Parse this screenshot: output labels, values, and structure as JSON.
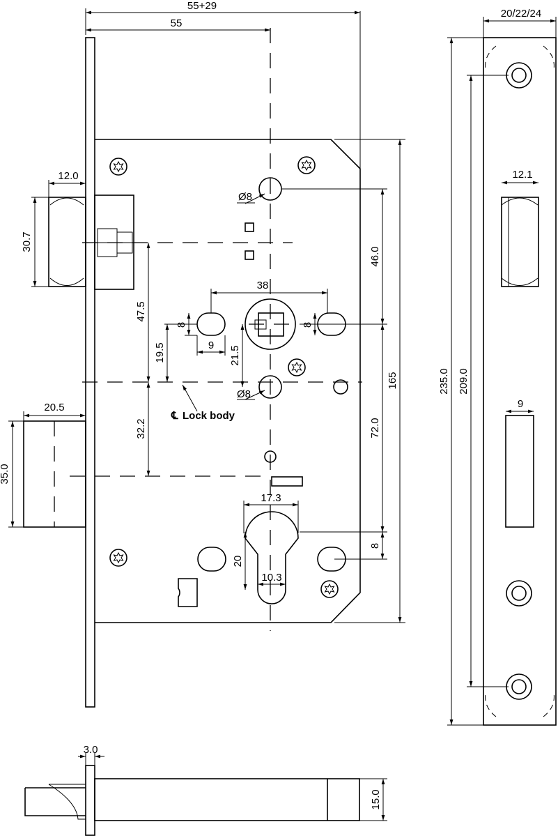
{
  "dimensions": {
    "backset_total": "55+29",
    "backset": "55",
    "handle_spindle_top": "Ø8",
    "handle_spindle_bottom": "Ø8",
    "latch_width": "12.0",
    "latch_height": "30.7",
    "handle_center_to_lock": "47.5",
    "spindle_spacing": "38",
    "slot_height_left": "8",
    "slot_width": "9",
    "slot_height_right": "8",
    "offset_19_5": "19.5",
    "offset_21_5": "21.5",
    "dim_46_0": "46.0",
    "dim_165": "165",
    "dim_72_0": "72.0",
    "deadbolt_width": "20.5",
    "deadbolt_height": "35.0",
    "dim_32_2": "32.2",
    "cyl_width": "17.3",
    "cyl_height": "20",
    "cyl_neck": "10.3",
    "cyl_offset": "8",
    "faceplate_thickness": "20/22/24",
    "faceplate_length": "235.0",
    "faceplate_screws": "209.0",
    "strike_latch_width": "12.1",
    "strike_bolt_width": "9",
    "bolt_throw": "3.0",
    "bolt_height": "15.0"
  },
  "labels": {
    "lock_body": "Lock body",
    "centerline_symbol": "℄"
  }
}
